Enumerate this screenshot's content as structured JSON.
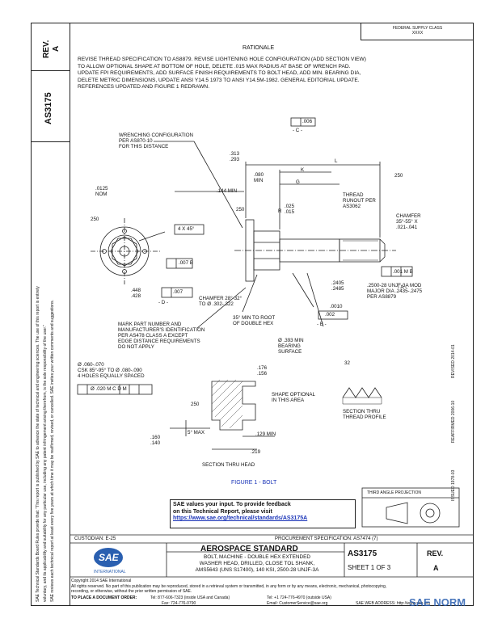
{
  "header": {
    "federal_supply_class": "FEDERAL SUPPLY CLASS",
    "fsc_number": "XXXX",
    "rationale_title": "RATIONALE",
    "rationale_text_1": "REVISE THREAD SPECIFICATION TO AS8879. REVISE LIGHTENING HOLE CONFIGURATION (ADD SECTION VIEW)",
    "rationale_text_2": "TO ALLOW OPTIONAL SHAPE AT BOTTOM OF HOLE, DELETE .015 MAX RADIUS AT BASE OF WRENCH PAD.",
    "rationale_text_3": "UPDATE FPI REQUIREMENTS, ADD SURFACE FINISH REQUIREMENTS TO BOLT HEAD, ADD MIN. BEARING DIA,",
    "rationale_text_4": "DELETE METRIC DIMENSIONS, UPDATE ANSI Y14.5 1973 TO ANSI Y14.5M-1982. GENERAL EDITORIAL UPDATE.",
    "rationale_text_5": "REFERENCES UPDATED AND FIGURE 1 REDRAWN."
  },
  "left_column": {
    "rev_label": "REV.",
    "rev_value": "A",
    "doc_number": "AS3175",
    "legal_text_1": "SAE Technical Standards Board Rules provide that: \"This report is published by SAE to advance the state of technical and engineering sciences. The use of this report is entirely",
    "legal_text_2": "voluntary, and its applicability and suitability for any particular use, including any patent infringement arising therefrom, is the sole responsibility of the user.\"",
    "legal_text_3": "SAE reviews each technical report at least every five years at which time it may be reaffirmed, revised, or cancelled. SAE invites your written comments and suggestions.",
    "issued": "ISSUED 1978-03",
    "reaffirmed": "REAFFIRMED 2006-10",
    "revised": "REVISED 2014-01"
  },
  "drawing": {
    "wrenching_config": "WRENCHING CONFIGURATION",
    "per_as870": "PER AS870-10",
    "for_this_distance": "FOR THIS DISTANCE",
    "dim_0125": ".0125",
    "nom": "NOM",
    "dim_313": ".313",
    "dim_293": ".293",
    "dim_080": ".080",
    "min": "MIN",
    "dim_144min": ".144 MIN",
    "dim_006": ".006",
    "datum_c": "- C -",
    "dim_k": "K",
    "dim_l": "L",
    "dim_g": "G",
    "thread_runout_1": "THREAD",
    "thread_runout_2": "RUNOUT PER",
    "thread_runout_3": "AS3062",
    "finish_250": "250",
    "finish_250b": "250",
    "finish_250c": "250",
    "finish_250d": "250",
    "finish_32": "32",
    "dim_4x45": "4 X 45°",
    "dim_007b": ".007",
    "datum_b": "B",
    "dim_r": "R",
    "dim_025": ".025",
    "dim_015": ".015",
    "chamfer_1": "CHAMFER",
    "chamfer_2": "35°-55° X",
    "chamfer_3": ".021-.041",
    "dim_448": ".448",
    "dim_428": ".428",
    "dim_007d": ".007",
    "datum_d": "- D -",
    "dim_001b": ".001",
    "tol_mb": "M B",
    "datum_a": "- A -",
    "dim_2405": ".2405",
    "dim_2485": ".2485",
    "thread_spec_1": ".2500-28 UNJF-3A MOD",
    "thread_spec_2": "MAJOR DIA .2435-.2475",
    "thread_spec_3": "PER AS8879",
    "chamfer_head_1": "CHAMFER 28°-32°",
    "chamfer_head_2": "TO Ø .302-.322",
    "dim_0010": ".0010",
    "dim_002": ".002",
    "datum_b2": "- B -",
    "root_1": "35° MIN TO ROOT",
    "root_2": "OF DOUBLE HEX",
    "mark_1": "MARK PART NUMBER AND",
    "mark_2": "MANUFACTURER'S IDENTIFICATION",
    "mark_3": "PER AS478 CLASS A EXCEPT",
    "mark_4": "EDGE DISTANCE REQUIREMENTS",
    "mark_5": "DO NOT APPLY",
    "bearing_1": "Ø .393 MIN",
    "bearing_2": "BEARING",
    "bearing_3": "SURFACE",
    "hole_1": "Ø .060-.070",
    "hole_2": "CSK 85°-95° TO Ø .080-.090",
    "hole_3": "4 HOLES EQUALLY SPACED",
    "hole_tol": "Ø .020 M C D M",
    "dim_176": ".176",
    "dim_156": ".156",
    "shape_1": "SHAPE OPTIONAL",
    "shape_2": "IN THIS AREA",
    "dim_160": ".160",
    "dim_140": ".140",
    "dim_5max": "5° MAX",
    "dim_129min": ".129 MIN",
    "dim_219": ".219",
    "section_head": "SECTION THRU HEAD",
    "section_thread_1": "SECTION THRU",
    "section_thread_2": "THREAD PROFILE",
    "figure_caption": "FIGURE 1 - BOLT"
  },
  "feedback": {
    "line1": "SAE values your input. To provide feedback",
    "line2": "on this Technical Report, please visit",
    "link": "https://www.sae.org/technical/standards/AS3175A"
  },
  "third_angle": "THIRD ANGLE PROJECTION",
  "title_block": {
    "custodian": "CUSTODIAN: E-25",
    "procurement": "PROCUREMENT SPECIFICATION: AS7474 (7)",
    "standard_title": "AEROSPACE STANDARD",
    "desc_1": "BOLT, MACHINE - DOUBLE HEX EXTENDED",
    "desc_2": "WASHER HEAD, DRILLED, CLOSE TOL SHANK,",
    "desc_3": "AMS5643 (UNS S17400), 140 KSI, 2500-28 UNJF-3A",
    "doc_number": "AS3175",
    "sheet": "SHEET 1 OF 3",
    "rev_label": "REV.",
    "rev_value": "A",
    "sae_logo": "SAE",
    "sae_international": "INTERNATIONAL"
  },
  "footer": {
    "copyright_1": "Copyright 2014 SAE International",
    "copyright_2": "All rights reserved. No part of this publication may be reproduced, stored in a retrieval system or transmitted, in any form or by any means, electronic, mechanical, photocopying,",
    "copyright_3": "recording, or otherwise, without the prior written permission of SAE.",
    "order_label": "TO PLACE A DOCUMENT ORDER:",
    "tel_1": "Tel: 877-606-7323 (inside USA and Canada)",
    "tel_2": "Tel: +1 724-776-4970 (outside USA)",
    "fax": "Fax: 724-776-0790",
    "email": "Email: CustomerService@sae.org",
    "web": "SAE WEB ADDRESS: http://www.sae.org",
    "watermark": "SAE NORM"
  },
  "colors": {
    "link": "#1a34b8",
    "watermark": "#2a5fb0",
    "ink": "#111111"
  }
}
